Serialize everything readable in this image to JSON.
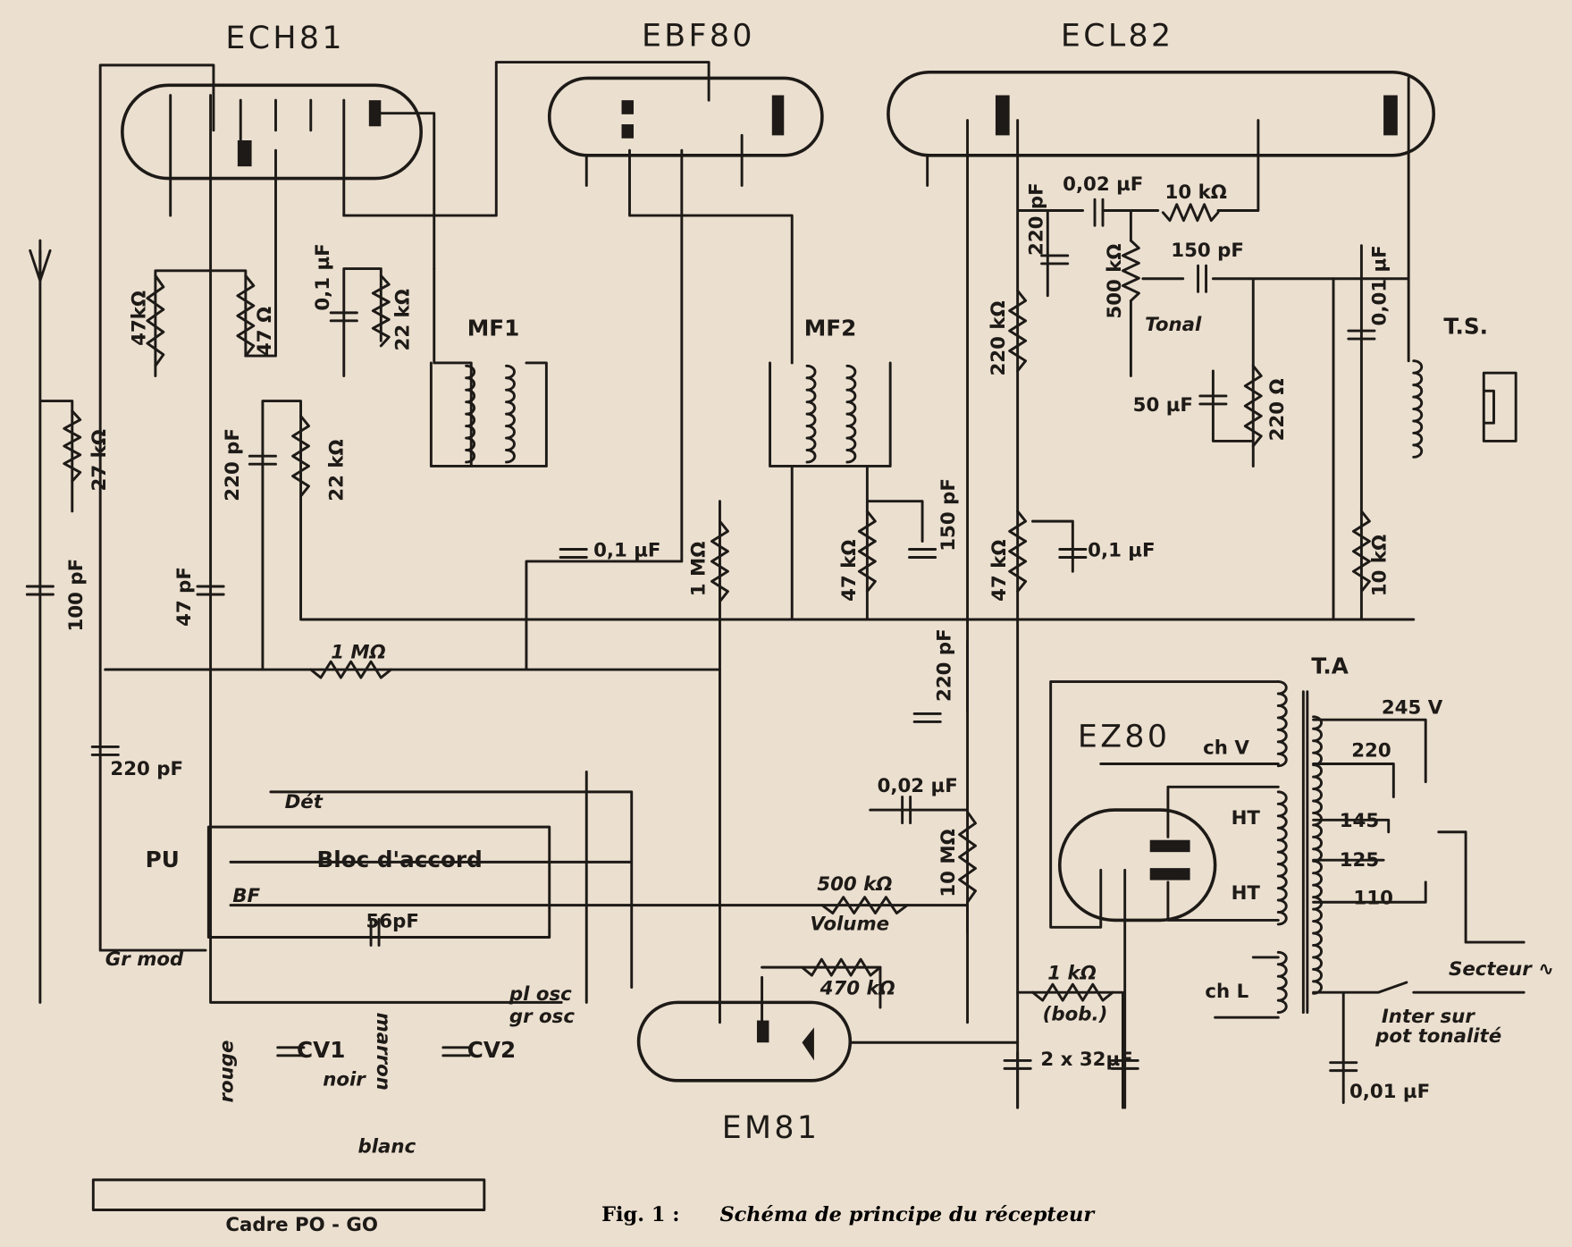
{
  "colors": {
    "paper": "#ebdfcf",
    "ink": "#1d1a17"
  },
  "tubes": {
    "ech81": "ECH81",
    "ebf80": "EBF80",
    "ecl82": "ECL82",
    "ez80": "EZ80",
    "em81": "EM81"
  },
  "labels": {
    "r47k_a": "47kΩ",
    "r47": "47 Ω",
    "c01_a": "0,1 µF",
    "r22k_a": "22 kΩ",
    "mf1": "MF1",
    "mf2": "MF2",
    "r27k": "27 kΩ",
    "c100p": "100 pF",
    "c220p_a": "220 pF",
    "r22k_b": "22 kΩ",
    "c47p": "47 pF",
    "r1M_a": "1 MΩ",
    "c220p_b": "220 pF",
    "c01_b": "0,1 µF",
    "r1M_b": "1 MΩ",
    "r47k_b": "47 kΩ",
    "c150p_a": "150 pF",
    "c220p_c": "220 pF",
    "c002_a": "0,02 µF",
    "r10k_a": "10 kΩ",
    "c220p_d": "220 pF",
    "c150p_b": "150 pF",
    "r500k_a": "500 kΩ",
    "tonal": "Tonal",
    "r220k": "220 kΩ",
    "c001_a": "0,01 µF",
    "ts": "T.S.",
    "c50u": "50 µF",
    "r220": "220 Ω",
    "r47k_c": "47 kΩ",
    "c01_c": "0,1 µF",
    "r10k_b": "10 kΩ",
    "det": "Dét",
    "pu": "PU",
    "bloc": "Bloc  d'accord",
    "bf": "BF",
    "c56p": "56pF",
    "grmod": "Gr mod",
    "plosc": "pl osc",
    "grosc": "gr osc",
    "cv1": "CV1",
    "cv2": "CV2",
    "rouge": "rouge",
    "marron": "marron",
    "noir": "noir",
    "blanc": "blanc",
    "cadre": "Cadre  PO - GO",
    "c002_b": "0,02 µF",
    "r10M": "10 MΩ",
    "r500k_b": "500   kΩ",
    "volume": "Volume",
    "r470k": "470 kΩ",
    "r1k": "1 kΩ",
    "bob": "(bob.)",
    "c2x32": "2 x 32µF",
    "ta": "T.A",
    "v245": "245 V",
    "v220": "220",
    "v145": "145",
    "v125": "125",
    "v110": "110",
    "chv": "ch V",
    "ht1": "HT",
    "ht2": "HT",
    "chl": "ch L",
    "secteur": "Secteur ∿",
    "inter1": "Inter sur",
    "inter2": "pot tonalité",
    "c001_b": "0,01 µF"
  },
  "caption": {
    "fig": "Fig. 1 :",
    "text": "Schéma de principe du récepteur"
  }
}
